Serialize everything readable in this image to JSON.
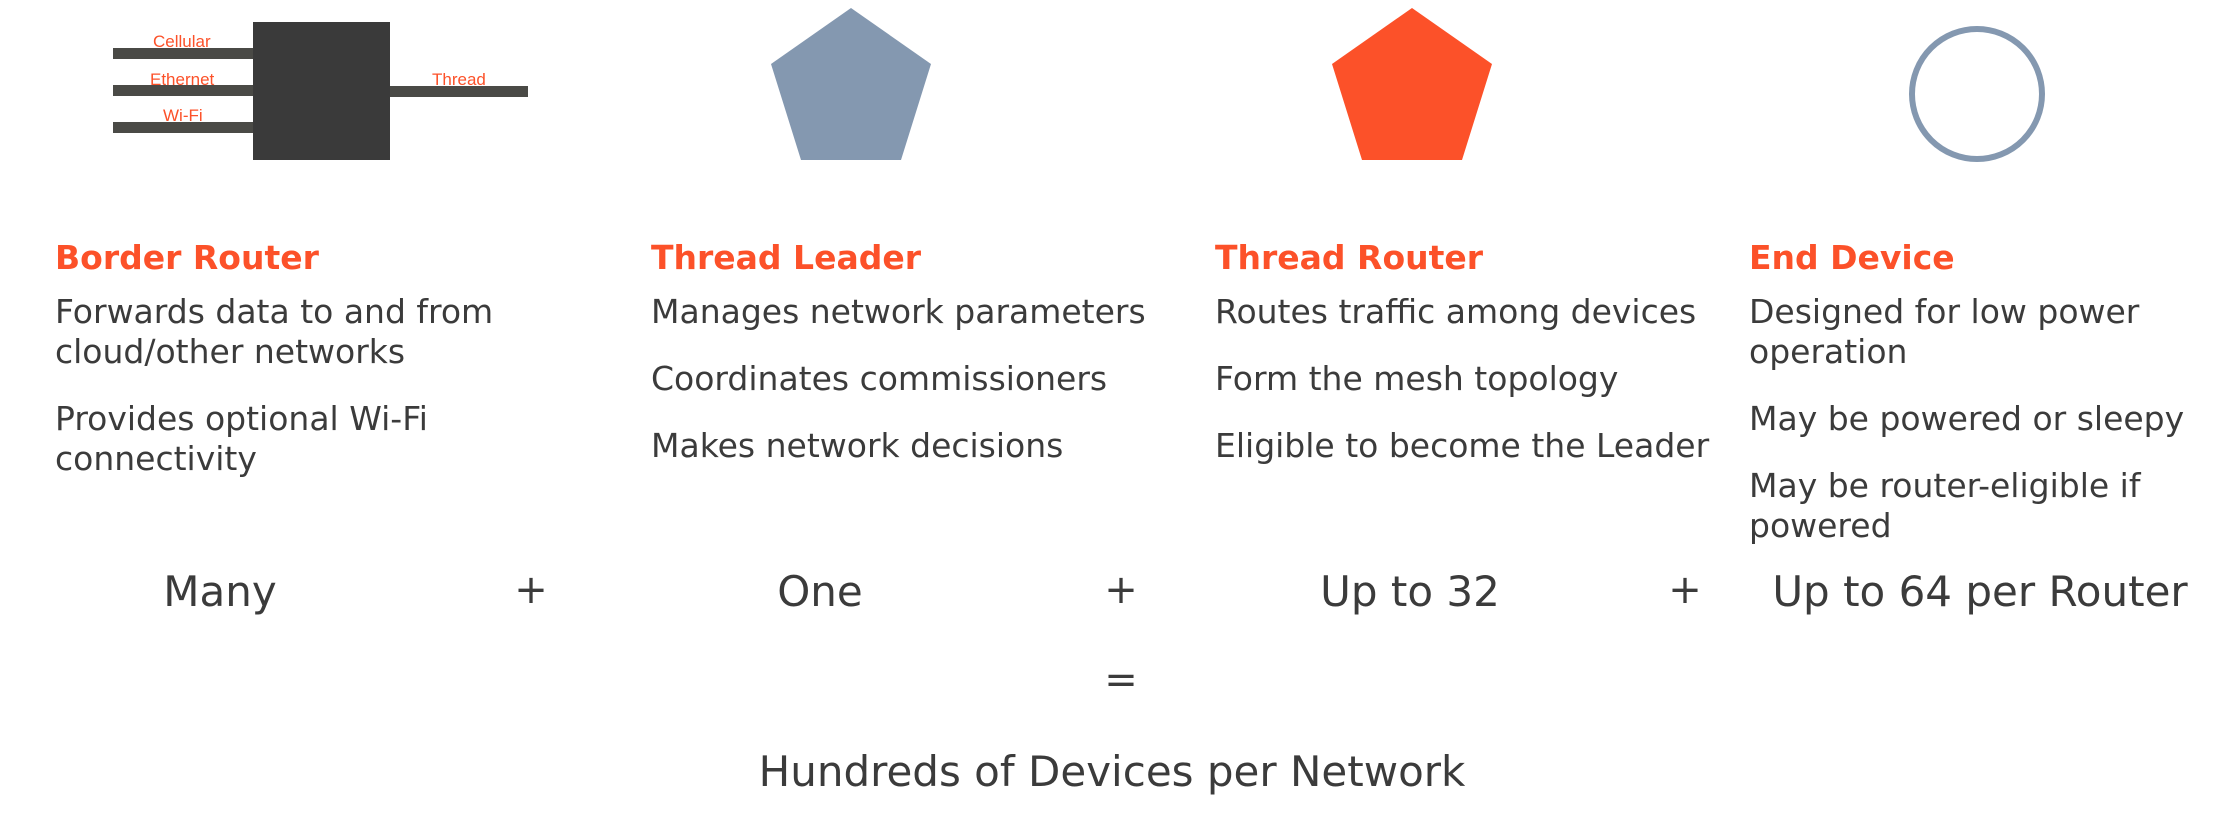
{
  "colors": {
    "accent": "#fc5129",
    "leader_fill": "#8498b0",
    "end_device_stroke": "#8498b0",
    "device_body": "#3a3a3a",
    "text": "#3b3b3b"
  },
  "roles": [
    {
      "title": "Border Router",
      "icon": "border-router-icon",
      "descriptions": [
        "Forwards data to and from cloud/other networks",
        "Provides optional Wi-Fi connectivity"
      ],
      "count": "Many",
      "interfaces": [
        "Cellular",
        "Ethernet",
        "Wi-Fi",
        "Thread"
      ]
    },
    {
      "title": "Thread Leader",
      "icon": "pentagon-gray-icon",
      "descriptions": [
        "Manages network parameters",
        "Coordinates commissioners",
        "Makes network decisions"
      ],
      "count": "One"
    },
    {
      "title": "Thread Router",
      "icon": "pentagon-orange-icon",
      "descriptions": [
        "Routes traffic among devices",
        "Form the mesh topology",
        "Eligible to become the Leader"
      ],
      "count": "Up to 32"
    },
    {
      "title": "End Device",
      "icon": "circle-outline-icon",
      "descriptions": [
        "Designed for low power operation",
        "May be powered or sleepy",
        "May be router-eligible if powered"
      ],
      "count": "Up to 64 per Router"
    }
  ],
  "operators": {
    "plus": "+",
    "equals": "="
  },
  "total": "Hundreds of Devices per Network"
}
